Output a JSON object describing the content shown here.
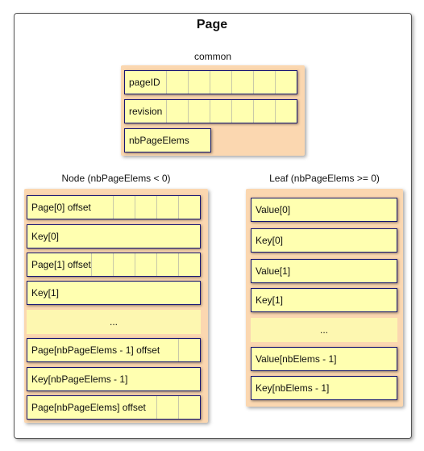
{
  "title": "Page",
  "common": {
    "label": "common",
    "fields": [
      {
        "name": "pageID",
        "slots": 6
      },
      {
        "name": "revision",
        "slots": 6
      },
      {
        "name": "nbPageElems",
        "slots": 0
      }
    ]
  },
  "node": {
    "label": "Node (nbPageElems < 0)",
    "fields": [
      {
        "name": "Page[0] offset",
        "slots": 4
      },
      {
        "name": "Key[0]",
        "slots": 0
      },
      {
        "name": "Page[1] offset",
        "slots": 5
      },
      {
        "name": "Key[1]",
        "slots": 0
      },
      {
        "name": "...",
        "slots": 0
      },
      {
        "name": "Page[nbPageElems - 1] offset",
        "slots": 1
      },
      {
        "name": "Key[nbPageElems - 1]",
        "slots": 0
      },
      {
        "name": "Page[nbPageElems] offset",
        "slots": 2
      }
    ]
  },
  "leaf": {
    "label": "Leaf (nbPageElems >= 0)",
    "fields": [
      {
        "name": "Value[0]"
      },
      {
        "name": "Key[0]"
      },
      {
        "name": "Value[1]"
      },
      {
        "name": "Key[1]"
      },
      {
        "name": "..."
      },
      {
        "name": "Value[nbElems - 1]"
      },
      {
        "name": "Key[nbElems - 1]"
      }
    ]
  }
}
